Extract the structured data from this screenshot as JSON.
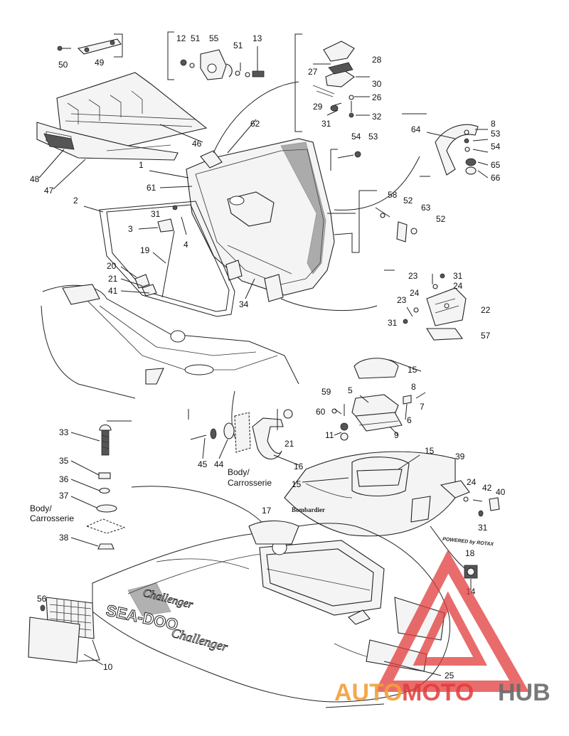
{
  "labels": {
    "p50": "50",
    "p49": "49",
    "p12": "12",
    "p51a": "51",
    "p55": "55",
    "p51b": "51",
    "p13": "13",
    "p28": "28",
    "p27": "27",
    "p30": "30",
    "p26": "26",
    "p29": "29",
    "p31a": "31",
    "p32": "32",
    "p62": "62",
    "p46": "46",
    "p48": "48",
    "p47": "47",
    "p54a": "54",
    "p53a": "53",
    "p64": "64",
    "p8a": "8",
    "p53b": "53",
    "p54b": "54",
    "p65": "65",
    "p66": "66",
    "p1": "1",
    "p61": "61",
    "p2": "2",
    "p58": "58",
    "p52a": "52",
    "p63": "63",
    "p52b": "52",
    "p31b": "31",
    "p3": "3",
    "p4": "4",
    "p19": "19",
    "p23a": "23",
    "p31c": "31",
    "p24a": "24",
    "p20": "20",
    "p21a": "21",
    "p41": "41",
    "p34": "34",
    "p23b": "23",
    "p24b": "24",
    "p22": "22",
    "p31d": "31",
    "p57": "57",
    "p15a": "15",
    "p59": "59",
    "p5": "5",
    "p8b": "8",
    "p60": "60",
    "p6": "6",
    "p7": "7",
    "p11": "11",
    "p9": "9",
    "p33": "33",
    "p21b": "21",
    "p45": "45",
    "p44": "44",
    "p16": "16",
    "p15b": "15",
    "p39": "39",
    "p35": "35",
    "p15c": "15",
    "p36": "36",
    "p24c": "24",
    "p42": "42",
    "p40": "40",
    "p37": "37",
    "p17": "17",
    "p31e": "31",
    "p38": "38",
    "p18": "18",
    "p14": "14",
    "p56": "56",
    "p10": "10",
    "p25": "25"
  },
  "texts": {
    "body_en_1": "Body/",
    "body_fr_1": "Carrosserie",
    "body_en_2": "Body/",
    "body_fr_2": "Carrosserie",
    "decal_bombardier": "Bombardier",
    "decal_seadoo": "SEA-DOO",
    "decal_challenger": "Challenger",
    "decal_powered": "POWERED by ROTAX",
    "decal_model": "Challenger"
  },
  "watermark": {
    "brand_part1": "AUTO",
    "brand_part2": "MOTO",
    "brand_part3": "HUB"
  },
  "colors": {
    "watermark_red": "#e23b3b",
    "watermark_orange": "#f2a03a",
    "watermark_gray": "#6b6b6b",
    "line": "#222222"
  }
}
